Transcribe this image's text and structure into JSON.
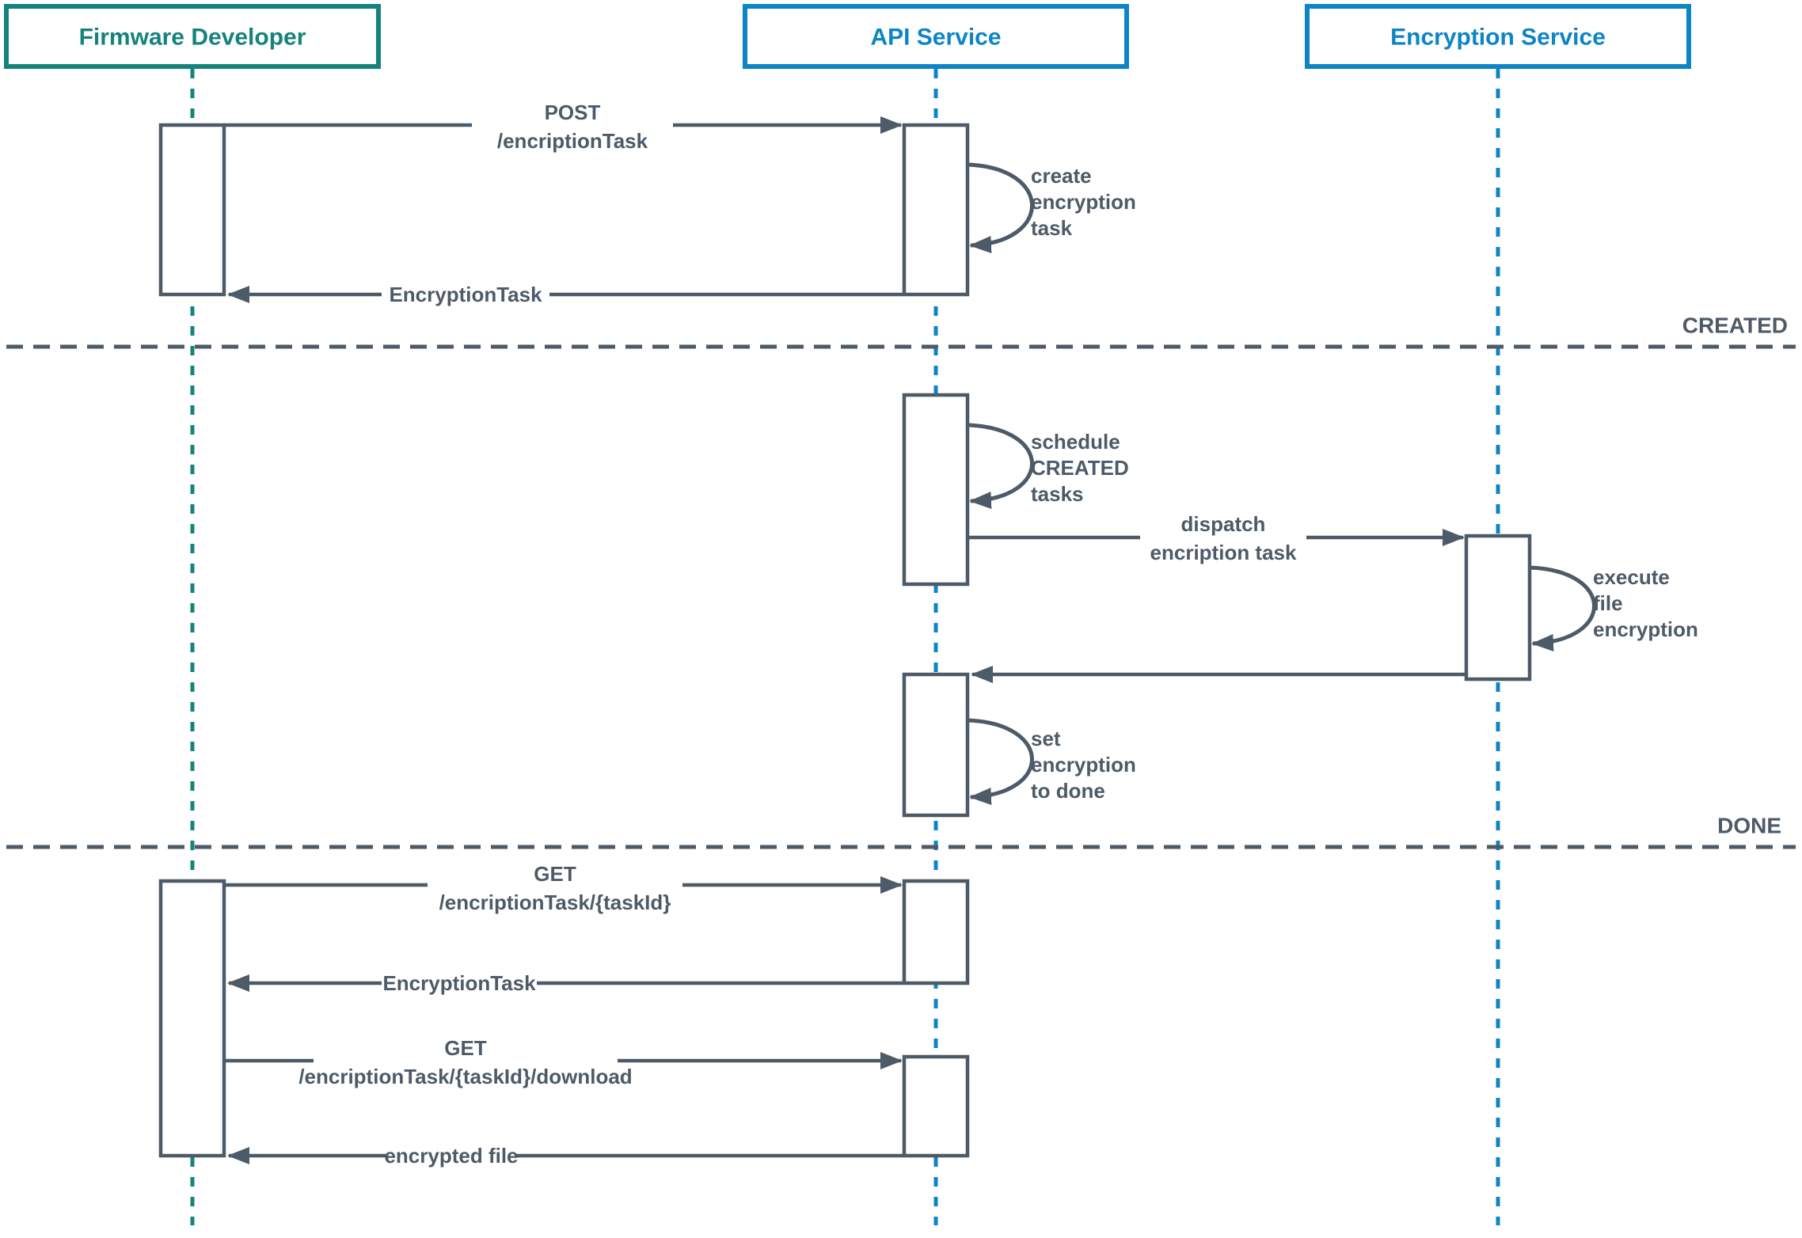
{
  "colors": {
    "teal": "#15837C",
    "blue": "#0C85C6",
    "slate": "#4D5A67",
    "background": "#FFFFFF"
  },
  "actors": [
    {
      "id": "firmware-developer",
      "label": "Firmware Developer",
      "accent": "#15837C"
    },
    {
      "id": "api-service",
      "label": "API Service",
      "accent": "#0C85C6"
    },
    {
      "id": "encryption-service",
      "label": "Encryption Service",
      "accent": "#0C85C6"
    }
  ],
  "phases": [
    {
      "label": "CREATED"
    },
    {
      "label": "DONE"
    }
  ],
  "messages": {
    "post_encription_task": {
      "from": "Firmware Developer",
      "to": "API Service",
      "lines": [
        "POST",
        "/encriptionTask"
      ]
    },
    "return_encryption_task_1": {
      "from": "API Service",
      "to": "Firmware Developer",
      "label": "EncryptionTask"
    },
    "dispatch_encription_task": {
      "from": "API Service",
      "to": "Encryption Service",
      "lines": [
        "dispatch",
        "encription task"
      ]
    },
    "return_to_api_service": {
      "from": "Encryption Service",
      "to": "API Service"
    },
    "get_encription_task": {
      "from": "Firmware Developer",
      "to": "API Service",
      "lines": [
        "GET",
        "/encriptionTask/{taskId}"
      ]
    },
    "return_encryption_task_2": {
      "from": "API Service",
      "to": "Firmware Developer",
      "label": "EncryptionTask"
    },
    "get_encription_task_download": {
      "from": "Firmware Developer",
      "to": "API Service",
      "lines": [
        "GET",
        "/encriptionTask/{taskId}/download"
      ]
    },
    "return_encrypted_file": {
      "from": "API Service",
      "to": "Firmware Developer",
      "label": "encrypted file"
    }
  },
  "self_messages": {
    "create_encryption_task": {
      "actor": "API Service",
      "lines": [
        "create",
        "encryption",
        "task"
      ]
    },
    "schedule_created_tasks": {
      "actor": "API Service",
      "lines": [
        "schedule",
        "CREATED",
        "tasks"
      ]
    },
    "execute_file_encryption": {
      "actor": "Encryption Service",
      "lines": [
        "execute",
        "file",
        "encryption"
      ]
    },
    "set_encryption_to_done": {
      "actor": "API Service",
      "lines": [
        "set",
        "encryption",
        "to done"
      ]
    }
  }
}
